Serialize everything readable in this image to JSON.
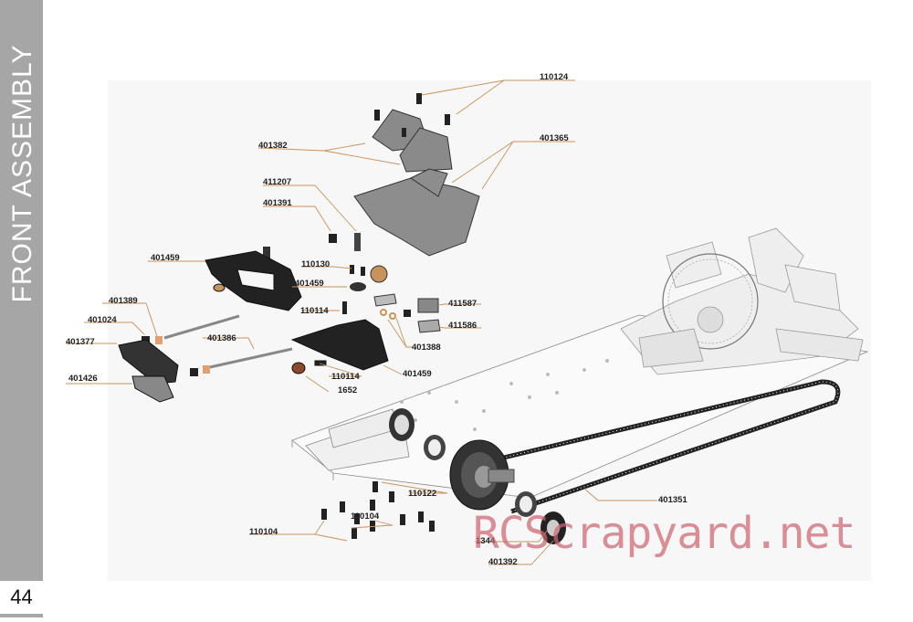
{
  "sidebar": {
    "section_title": "FRONT ASSEMBLY",
    "page_number": "44",
    "color": "#a6a6a6"
  },
  "leader_color": "#c8935a",
  "part_labels": [
    {
      "id": "p110124",
      "text": "110124"
    },
    {
      "id": "p401382",
      "text": "401382"
    },
    {
      "id": "p401365",
      "text": "401365"
    },
    {
      "id": "p411207",
      "text": "411207"
    },
    {
      "id": "p401391",
      "text": "401391"
    },
    {
      "id": "p401459a",
      "text": "401459"
    },
    {
      "id": "p110130",
      "text": "110130"
    },
    {
      "id": "p401459b",
      "text": "401459"
    },
    {
      "id": "p401389",
      "text": "401389"
    },
    {
      "id": "p110114a",
      "text": "110114"
    },
    {
      "id": "p411587",
      "text": "411587"
    },
    {
      "id": "p401024",
      "text": "401024"
    },
    {
      "id": "p411586",
      "text": "411586"
    },
    {
      "id": "p401377",
      "text": "401377"
    },
    {
      "id": "p401386",
      "text": "401386"
    },
    {
      "id": "p401388",
      "text": "401388"
    },
    {
      "id": "p401426",
      "text": "401426"
    },
    {
      "id": "p110114b",
      "text": "110114"
    },
    {
      "id": "p401459c",
      "text": "401459"
    },
    {
      "id": "p1652",
      "text": "1652"
    },
    {
      "id": "p110122",
      "text": "110122"
    },
    {
      "id": "p401351",
      "text": "401351"
    },
    {
      "id": "p110104a",
      "text": "110104"
    },
    {
      "id": "p110104b",
      "text": "110104"
    },
    {
      "id": "p1344",
      "text": "1344"
    },
    {
      "id": "p401392",
      "text": "401392"
    }
  ],
  "watermark": "RCScrapyard.net"
}
